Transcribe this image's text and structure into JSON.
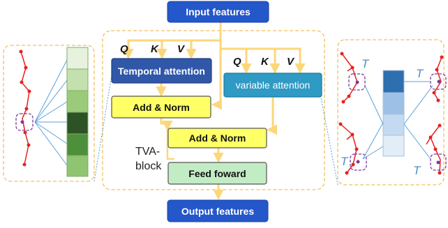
{
  "nodes": {
    "input": "Input features",
    "temporal_attention": "Temporal attention",
    "variable_attention": "variable attention",
    "add_norm_1": "Add & Norm",
    "add_norm_2": "Add & Norm",
    "feed_forward": "Feed foward",
    "output": "Output features"
  },
  "block_label": {
    "line1": "TVA-",
    "line2": "block"
  },
  "qkv_left": {
    "q": "Q",
    "k": "K",
    "v": "V"
  },
  "qkv_right": {
    "q": "Q",
    "k": "K",
    "v": "V"
  },
  "time_symbol": "T",
  "colors": {
    "io_box": "#2457c9",
    "temporal_box": "#3057a8",
    "variable_box": "#2f9ac4",
    "add_norm": "#ffff66",
    "feed_forward": "#c2ecc4",
    "arrow": "#fcd77a",
    "panel_border": "#f0c060",
    "skeleton_red": "#e82020",
    "joint_purple": "#7a3a9a",
    "connector_blue": "#5aa0d8",
    "green_strip": [
      "#e6f2de",
      "#c4e0ae",
      "#9bcb7a",
      "#2d5226",
      "#4d8f3a",
      "#8fc471"
    ],
    "blue_strip": [
      "#2e6fb0",
      "#9cc0e6",
      "#c3daf0",
      "#e2edf7"
    ]
  }
}
